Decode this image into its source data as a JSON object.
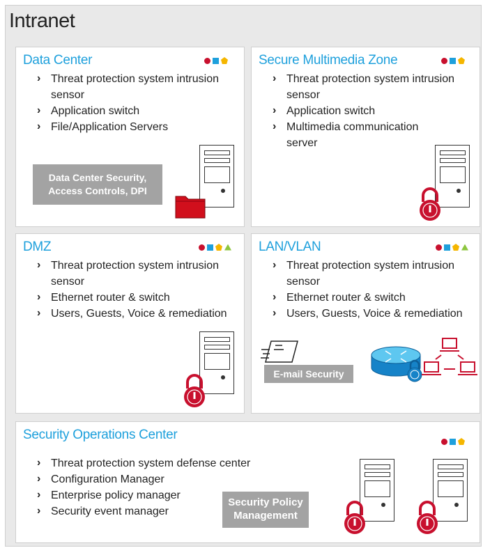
{
  "page_title": "Intranet",
  "colors": {
    "accent_blue": "#1ea0dc",
    "marker_red": "#c8102e",
    "marker_yellow": "#f5b600",
    "marker_green": "#8dc63f",
    "label_gray": "#a3a3a3"
  },
  "panels": {
    "data_center": {
      "title": "Data Center",
      "items": [
        "Threat protection system intrusion sensor",
        "Application switch",
        "File/Application Servers"
      ],
      "label": [
        "Data Center Security,",
        "Access Controls, DPI"
      ]
    },
    "multimedia": {
      "title": "Secure Multimedia Zone",
      "items": [
        "Threat protection system intrusion sensor",
        "Application switch",
        "Multimedia communication server"
      ]
    },
    "dmz": {
      "title": "DMZ",
      "items": [
        "Threat protection system intrusion sensor",
        "Ethernet router & switch",
        "Users, Guests, Voice & remediation"
      ]
    },
    "lan": {
      "title": "LAN/VLAN",
      "items": [
        "Threat protection system intrusion sensor",
        "Ethernet router & switch",
        "Users, Guests, Voice & remediation"
      ],
      "label": "E-mail Security"
    },
    "soc": {
      "title": "Security Operations Center",
      "items": [
        "Threat protection system defense center",
        "Configuration Manager",
        "Enterprise policy manager",
        "Security event manager"
      ],
      "label": [
        "Security Policy",
        "Management"
      ]
    }
  }
}
